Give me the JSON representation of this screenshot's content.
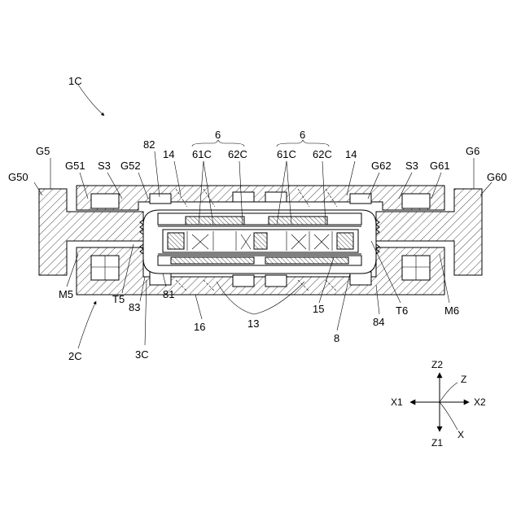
{
  "figure_label": "1C",
  "labels": {
    "G5": "G5",
    "G6": "G6",
    "G50": "G50",
    "G60": "G60",
    "G51": "G51",
    "S3_left": "S3",
    "G52": "G52",
    "n82": "82",
    "n14_left": "14",
    "n6_left": "6",
    "n61C_left": "61C",
    "n62C_left": "62C",
    "n6_right": "6",
    "n61C_right": "61C",
    "n62C_right": "62C",
    "n14_right": "14",
    "G62": "G62",
    "S3_right": "S3",
    "G61": "G61",
    "M5": "M5",
    "T5": "T5",
    "n83": "83",
    "n81": "81",
    "n16": "16",
    "n13": "13",
    "n15": "15",
    "n8": "8",
    "n84": "84",
    "T6": "T6",
    "M6": "M6",
    "n2C": "2C",
    "n3C": "3C"
  },
  "axes": {
    "Z2": "Z2",
    "Z": "Z",
    "X1": "X1",
    "X2": "X2",
    "Z1": "Z1",
    "X": "X"
  }
}
